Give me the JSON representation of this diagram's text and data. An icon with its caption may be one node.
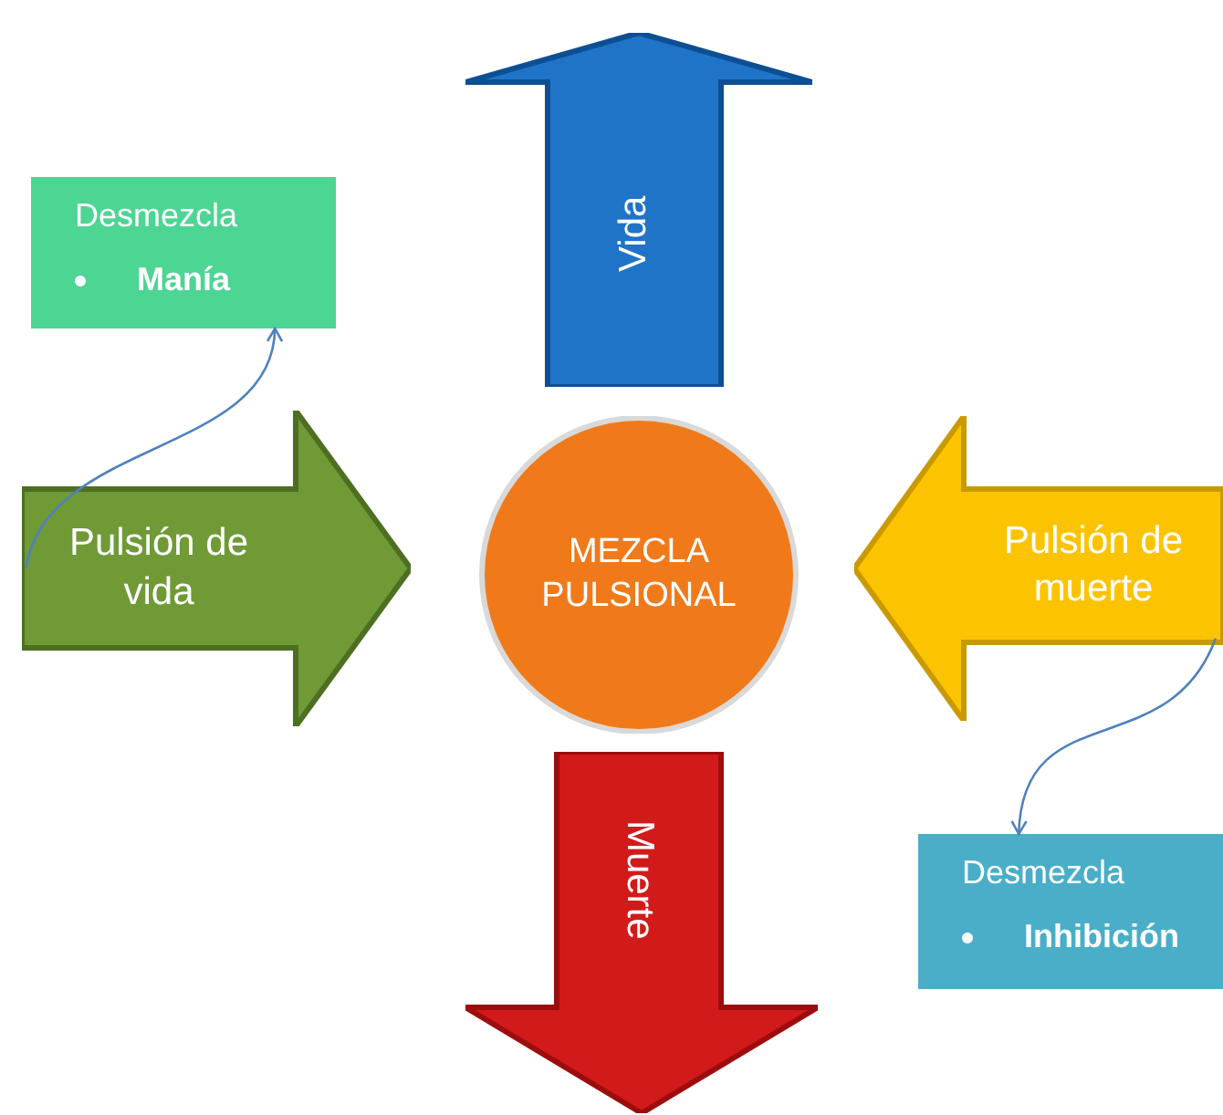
{
  "diagram": {
    "nodes": [
      {
        "text": [
          "Desmezcla",
          "Manía"
        ]
      },
      {
        "text": [
          "Vida"
        ]
      },
      {
        "text": [
          "Pulsión de vida"
        ]
      },
      {
        "text": [
          "MEZCLA PULSIONAL"
        ]
      },
      {
        "text": [
          "Pulsión de muerte"
        ]
      },
      {
        "text": [
          "Muerte"
        ]
      },
      {
        "text": [
          "Desmezcla",
          "Inhibición"
        ]
      }
    ],
    "edges": [
      {
        "from": 2,
        "to": 0,
        "arrow": "to"
      },
      {
        "from": 4,
        "to": 6,
        "arrow": "to"
      }
    ]
  }
}
